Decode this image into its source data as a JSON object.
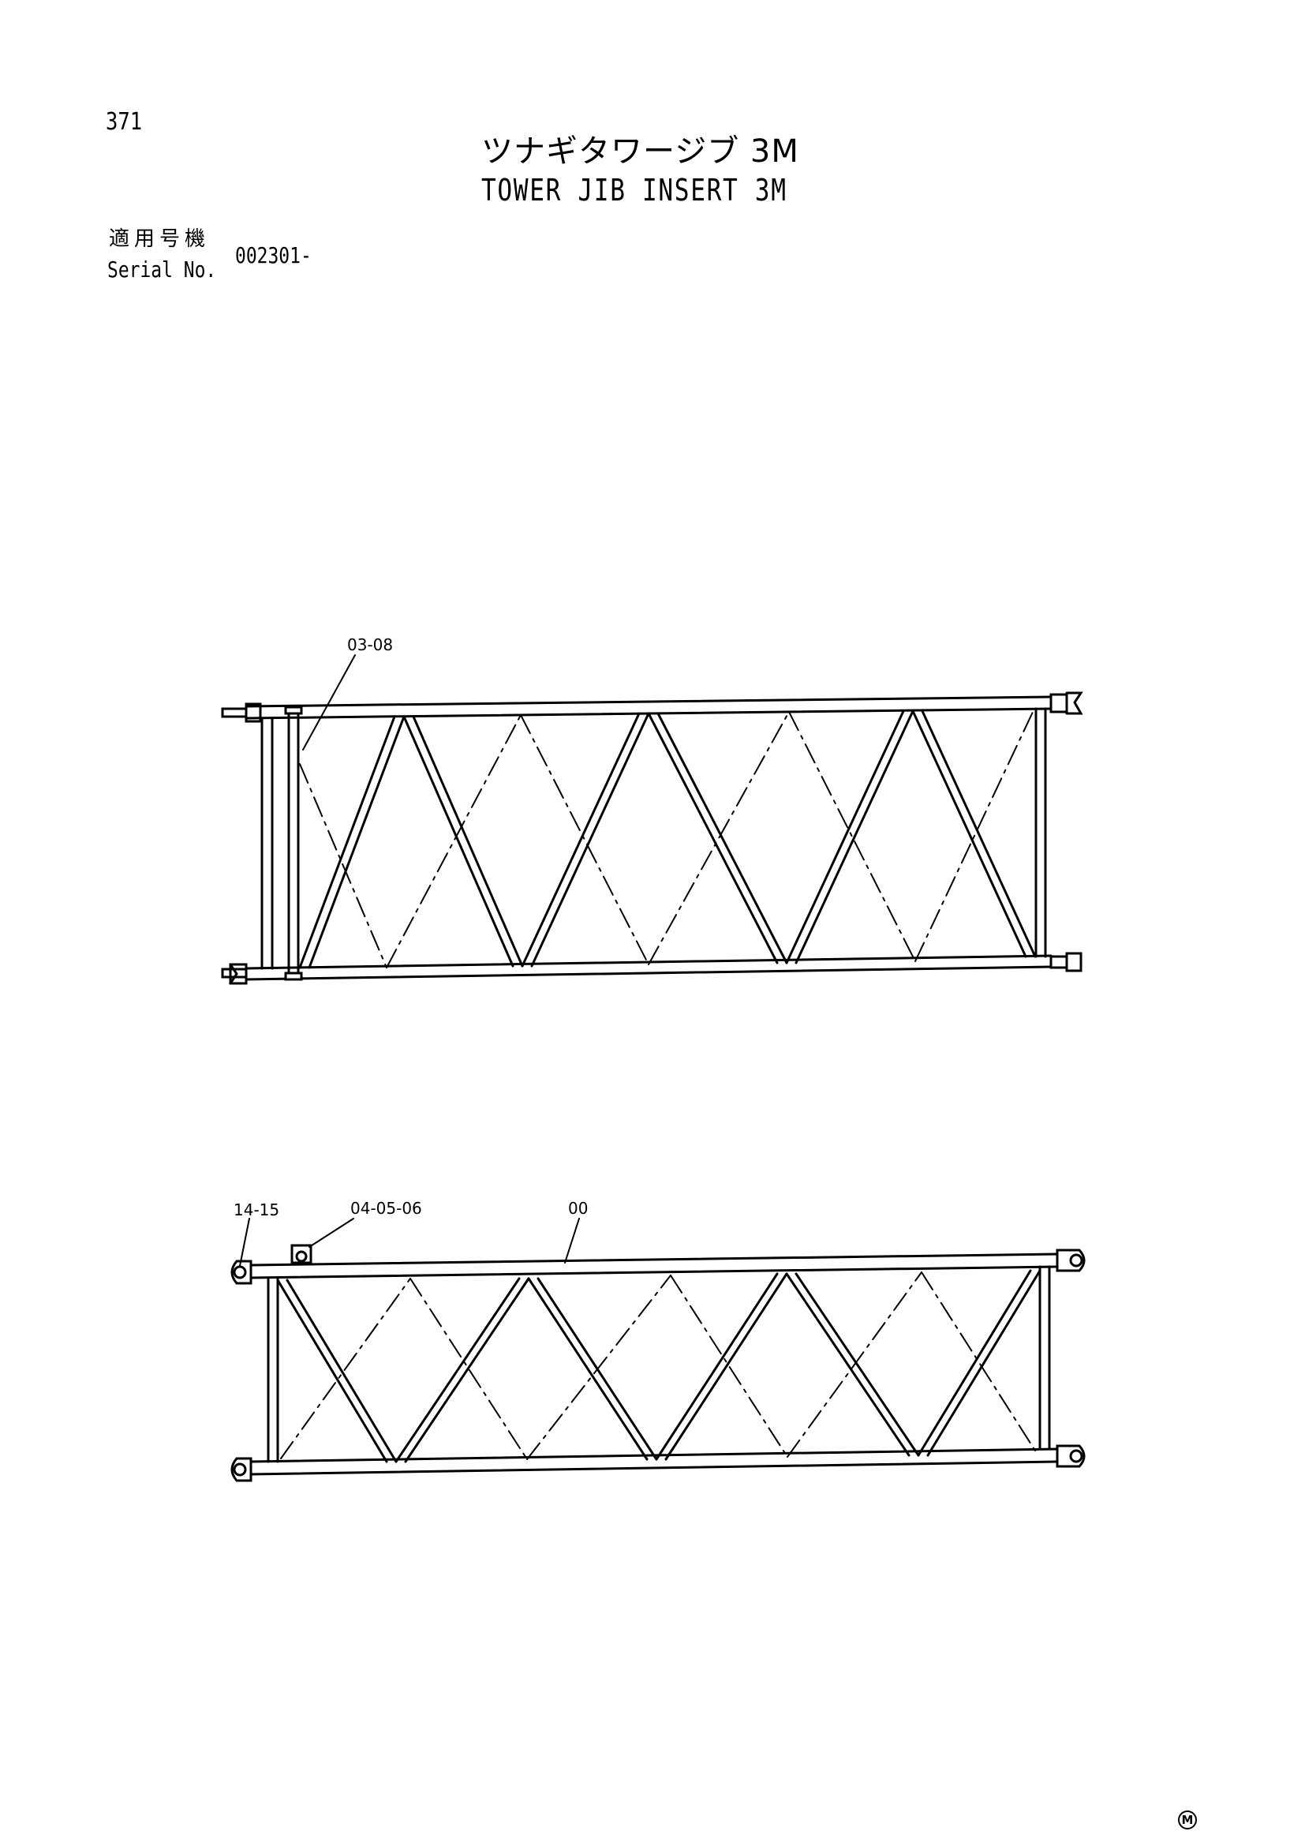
{
  "page": {
    "number": "371",
    "title_jp": "ツナギタワージブ 3M",
    "title_en": "TOWER JIB INSERT 3M",
    "serial_label_jp": "適用号機",
    "serial_label_en": "Serial No.",
    "serial_value": "002301-",
    "corner_mark": "M"
  },
  "diagram": {
    "top_view": {
      "callouts": [
        "03-08"
      ]
    },
    "side_view": {
      "callouts": [
        "14-15",
        "04-05-06",
        "00"
      ]
    }
  }
}
